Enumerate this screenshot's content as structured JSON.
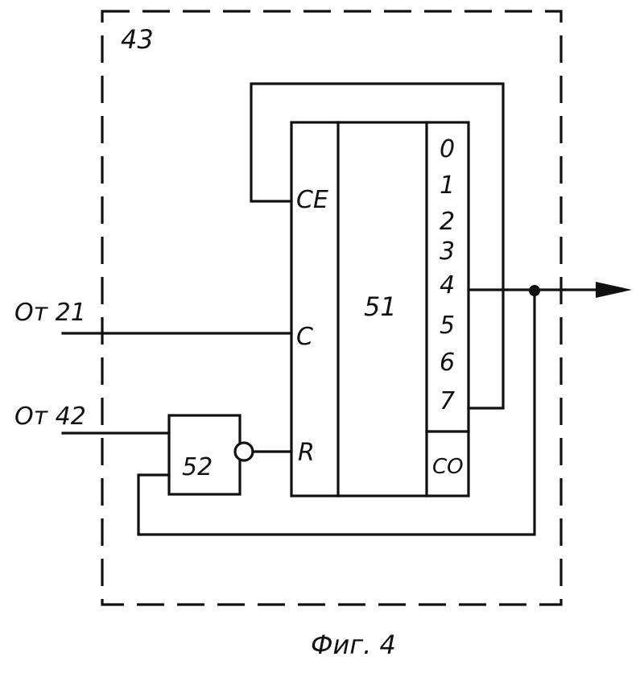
{
  "block_outer": {
    "label": "43"
  },
  "counter": {
    "label": "51",
    "inputs": {
      "ce": "CE",
      "c": "C",
      "r": "R"
    },
    "outputs": [
      "0",
      "1",
      "2",
      "3",
      "4",
      "5",
      "6",
      "7"
    ],
    "carry_out": "CO"
  },
  "inverter": {
    "label": "52"
  },
  "inputs_external": {
    "from_21": "От 21",
    "from_42": "От 42"
  },
  "caption": "Фиг. 4"
}
